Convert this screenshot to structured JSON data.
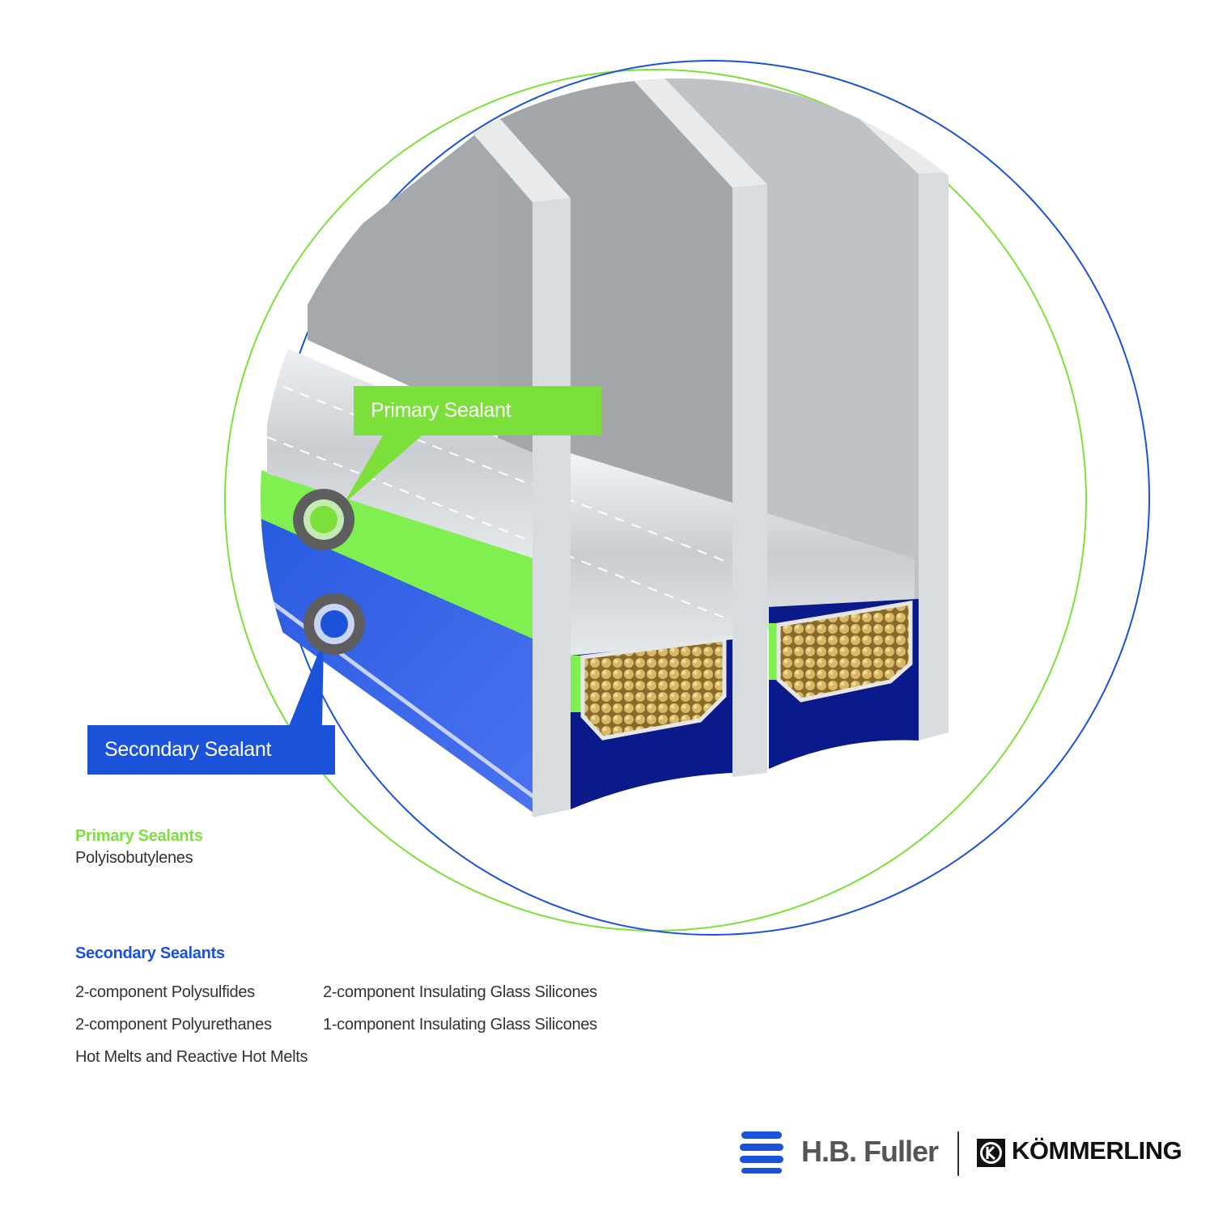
{
  "colors": {
    "primary_green": "#7ce03a",
    "secondary_blue": "#1a52d9",
    "navy": "#0a1a8a",
    "glass": "#a9acae"
  },
  "callouts": {
    "primary": "Primary Sealant",
    "secondary": "Secondary Sealant"
  },
  "legend": {
    "primary": {
      "title": "Primary Sealants",
      "items": [
        "Polyisobutylenes"
      ]
    },
    "secondary": {
      "title": "Secondary Sealants",
      "items": [
        "2-component Polysulfides",
        "2-component Insulating Glass Silicones",
        "2-component Polyurethanes",
        "1-component Insulating Glass Silicones",
        "Hot Melts and Reactive Hot Melts"
      ]
    }
  },
  "brands": {
    "hbfuller": "H.B. Fuller",
    "kommerling": "KÖMMERLING"
  }
}
